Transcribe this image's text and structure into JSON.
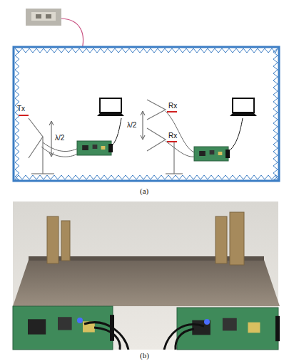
{
  "diagram": {
    "labels": [
      "Tx",
      "λ/2",
      "Rx",
      "Rx",
      "λ/2",
      "(a)",
      "(b)"
    ]
  }
}
